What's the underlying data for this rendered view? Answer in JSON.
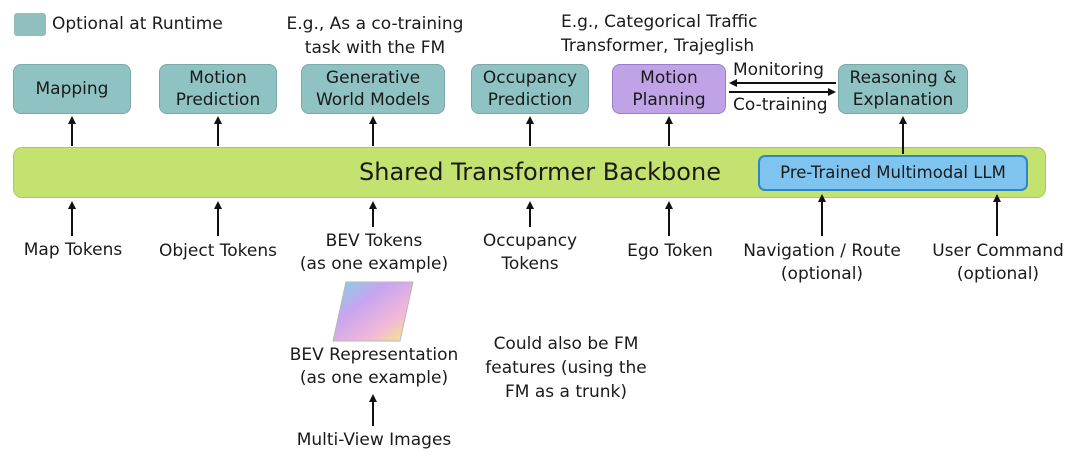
{
  "legend": {
    "label": "Optional at Runtime",
    "color": "#8fbfbf"
  },
  "notes": {
    "cotraining": [
      "E.g., As a co-training",
      "task with the FM"
    ],
    "categorical": [
      "E.g., Categorical Traffic",
      "Transformer, Trajeglish"
    ],
    "fm_features": [
      "Could also be FM",
      "features (using the",
      "FM as a trunk)"
    ]
  },
  "tasks": {
    "mapping": [
      "Mapping"
    ],
    "motion_prediction": [
      "Motion",
      "Prediction"
    ],
    "generative_world_models": [
      "Generative",
      "World Models"
    ],
    "occupancy_prediction": [
      "Occupancy",
      "Prediction"
    ],
    "motion_planning": [
      "Motion",
      "Planning"
    ],
    "reasoning": [
      "Reasoning &",
      "Explanation"
    ]
  },
  "links": {
    "monitoring": "Monitoring",
    "cotraining": "Co-training"
  },
  "backbone": {
    "label": "Shared Transformer Backbone",
    "color": "#c3e270"
  },
  "llm": {
    "label": "Pre-Trained Multimodal LLM",
    "color": "#7fc4ef"
  },
  "inputs": {
    "map_tokens": [
      "Map Tokens"
    ],
    "object_tokens": [
      "Object Tokens"
    ],
    "bev_tokens": [
      "BEV Tokens",
      "(as one example)"
    ],
    "occupancy_tokens": [
      "Occupancy",
      "Tokens"
    ],
    "ego_token": [
      "Ego Token"
    ],
    "navigation": [
      "Navigation / Route",
      "(optional)"
    ],
    "user_command": [
      "User Command",
      "(optional)"
    ]
  },
  "bev_representation": [
    "BEV Representation",
    "(as one example)"
  ],
  "multi_view_images": "Multi-View Images"
}
